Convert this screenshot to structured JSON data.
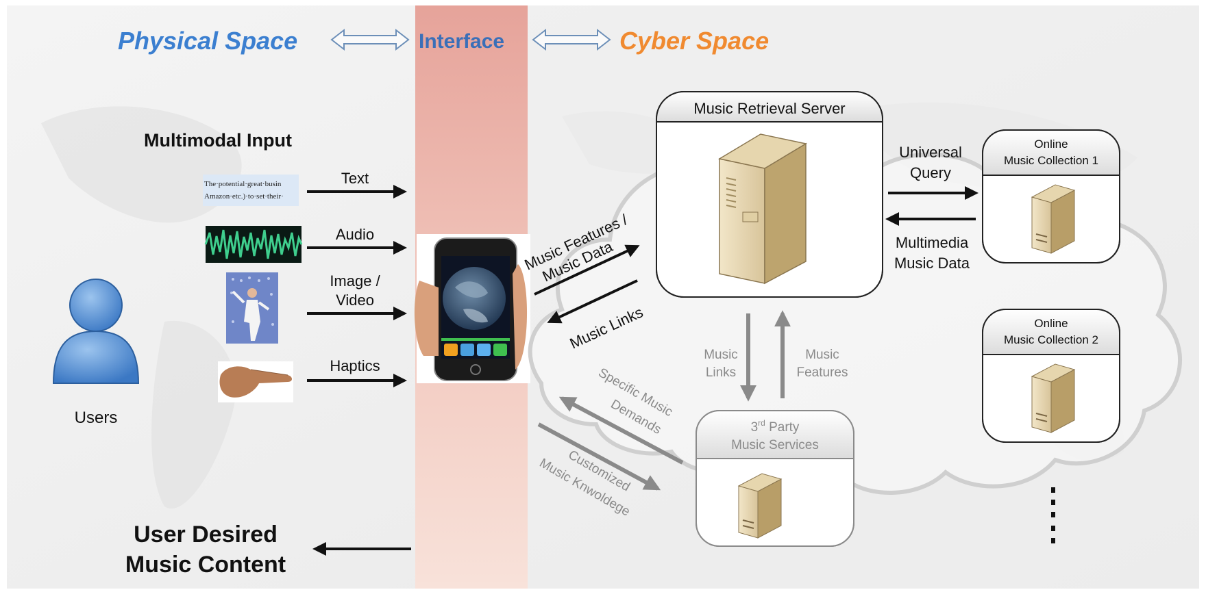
{
  "header": {
    "physical_space": "Physical Space",
    "interface": "Interface",
    "cyber_space": "Cyber Space"
  },
  "input": {
    "title": "Multimodal Input",
    "text_sample_line1": "The·potential·great·busin",
    "text_sample_line2": "Amazon·etc.)·to·set·their·",
    "modalities": [
      {
        "label_lines": [
          "Text"
        ],
        "icon": "text-document-icon"
      },
      {
        "label_lines": [
          "Audio"
        ],
        "icon": "audio-waveform-icon"
      },
      {
        "label_lines": [
          "Image /",
          "Video"
        ],
        "icon": "performer-photo-icon"
      },
      {
        "label_lines": [
          "Haptics"
        ],
        "icon": "pointing-finger-icon"
      }
    ]
  },
  "users": {
    "label": "Users",
    "icon": "user-silhouette-icon"
  },
  "output": {
    "line1": "User Desired",
    "line2": "Music Content"
  },
  "device": {
    "icon": "smartphone-icon"
  },
  "server": {
    "title": "Music Retrieval Server",
    "icon": "server-tower-icon"
  },
  "links": {
    "features_line1": "Music Features /",
    "features_line2": "Music Data",
    "music_links": "Music Links",
    "universal_line1": "Universal",
    "universal_line2": "Query",
    "multimedia_line1": "Multimedia",
    "multimedia_line2": "Music Data",
    "down_line1": "Music",
    "down_line2": "Links",
    "up_line1": "Music",
    "up_line2": "Features",
    "demands_line1": "Specific Music",
    "demands_line2": "Demands",
    "knowledge_line1": "Customized",
    "knowledge_line2": "Music Knwoldege"
  },
  "third_party": {
    "title_sup": "rd",
    "title_pre": "3",
    "title_line1_rest": " Party",
    "title_line2": "Music Services"
  },
  "collections": [
    {
      "line1": "Online",
      "line2": "Music Collection 1"
    },
    {
      "line1": "Online",
      "line2": "Music Collection 2"
    }
  ],
  "colors": {
    "physical": "#3b7fd0",
    "interface": "#3a6fb8",
    "cyber": "#f08a30",
    "arrow_dark": "#111111",
    "arrow_gray": "#8a8a8a",
    "interface_band": "#e8aaa0"
  }
}
